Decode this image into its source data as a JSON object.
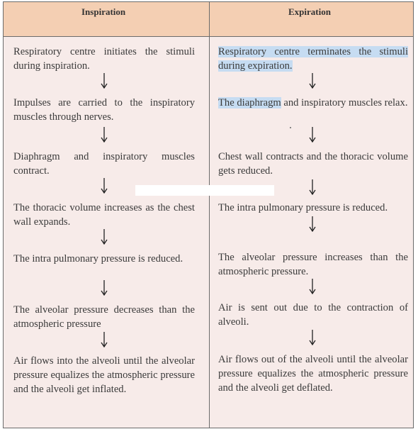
{
  "headers": {
    "inspiration": "Inspiration",
    "expiration": "Expiration"
  },
  "inspiration": [
    "Respiratory centre initiates the stimuli during inspiration.",
    "Impulses are carried to the inspiratory muscles through nerves.",
    "Diaphragm and inspiratory muscles contract.",
    "The thoracic volume increases as the chest wall expands.",
    "The intra pulmonary pressure is reduced.",
    "The alveolar pressure decreases than the atmospheric pressure",
    "Air flows into the alveoli until the alveolar pressure equalizes the atmospheric pressure and the alveoli get inflated."
  ],
  "expiration": {
    "step1_highlight": "Respiratory centre terminates the stimuli during expiration.",
    "step2_highlight": "The diaphragm",
    "step2_rest": " and inspiratory muscles relax.",
    "step3": "Chest wall contracts and the thoracic volume gets reduced.",
    "step4": "The intra pulmonary pressure is reduced.",
    "step5": "The alveolar pressure increases than the atmospheric pressure.",
    "step6": "Air is sent out due to the contraction of alveoli.",
    "step7": "Air flows out of the alveoli until the alveolar pressure equalizes the atmospheric pressure and the alveoli get deflated."
  },
  "colors": {
    "header": "#f4cfb3",
    "body": "#f7ebe9",
    "highlight": "#c6dcf2",
    "border": "#6b6b6b"
  }
}
